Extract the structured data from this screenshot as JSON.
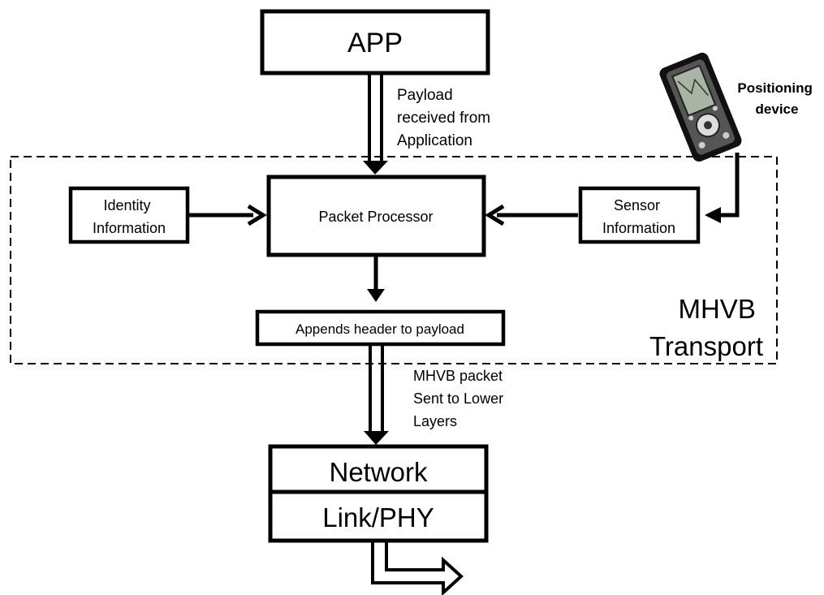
{
  "diagram": {
    "app": "APP",
    "payload_note": [
      "Payload",
      "received from",
      "Application"
    ],
    "positioning_device": [
      "Positioning",
      "device"
    ],
    "identity": [
      "Identity",
      "Information"
    ],
    "packet_processor": "Packet Processor",
    "sensor": [
      "Sensor",
      "Information"
    ],
    "append_header": "Appends header to payload",
    "transport_label": [
      "MHVB",
      "Transport"
    ],
    "packet_note": [
      "MHVB packet",
      "Sent to Lower",
      "Layers"
    ],
    "network": "Network",
    "link_phy": "Link/PHY"
  }
}
